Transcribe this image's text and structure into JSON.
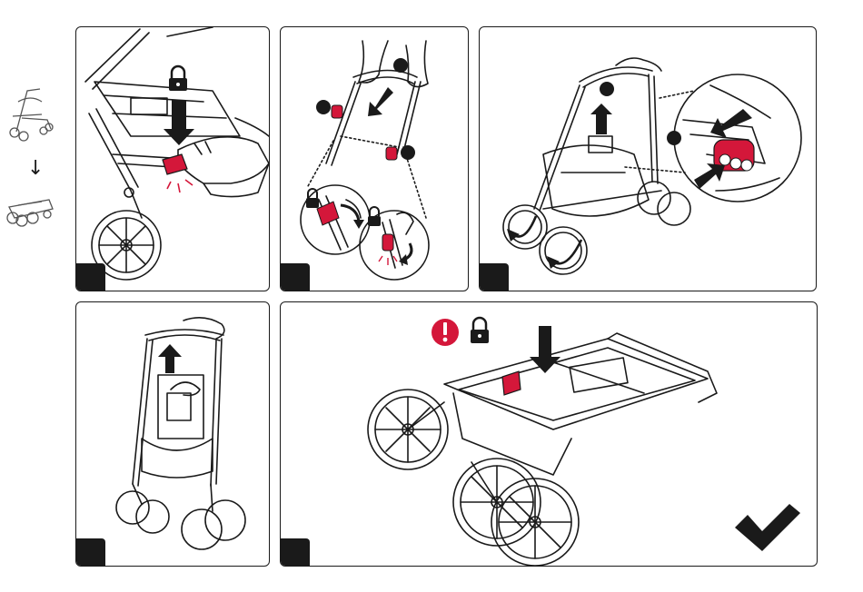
{
  "steps": [
    {
      "id": 1,
      "badge": "",
      "icons": [
        "lock-icon"
      ]
    },
    {
      "id": 2,
      "badge": "",
      "icons": [
        "lock-icon",
        "lock-icon"
      ]
    },
    {
      "id": 3,
      "badge": "",
      "icons": []
    },
    {
      "id": 4,
      "badge": "",
      "icons": []
    },
    {
      "id": 5,
      "badge": "",
      "icons": [
        "warning-icon",
        "lock-icon",
        "checkmark-icon"
      ]
    }
  ],
  "side_arrow": "↓",
  "colors": {
    "accent": "#d4173a",
    "ink": "#1a1a1a",
    "light_fill": "#f2f2f2"
  }
}
